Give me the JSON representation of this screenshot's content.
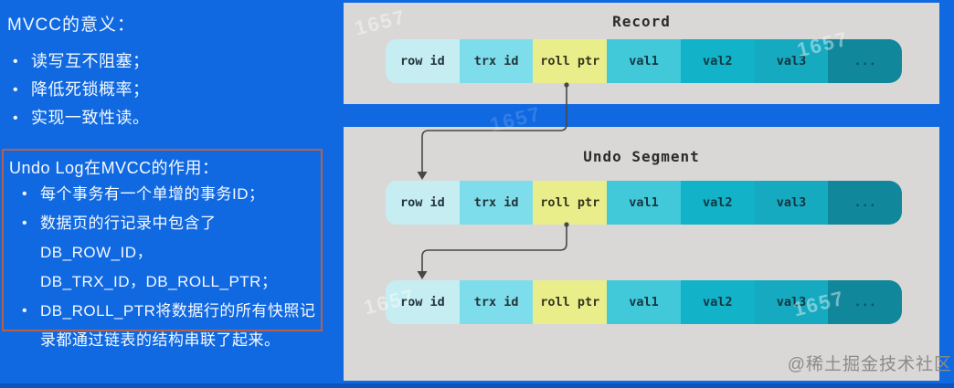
{
  "bullet_char": "•",
  "left_panel": {
    "section1": {
      "title": "MVCC的意义：",
      "bullets": [
        "读写互不阻塞；",
        "降低死锁概率；",
        "实现一致性读。"
      ]
    },
    "section2": {
      "title": "Undo Log在MVCC的作用：",
      "lines": [
        {
          "bullet": true,
          "text": "每个事务有一个单增的事务ID；"
        },
        {
          "bullet": true,
          "text": "数据页的行记录中包含了DB_ROW_ID，"
        },
        {
          "bullet": false,
          "text": "DB_TRX_ID，DB_ROLL_PTR；"
        },
        {
          "bullet": true,
          "text": "DB_ROLL_PTR将数据行的所有快照记"
        },
        {
          "bullet": false,
          "text": "录都通过链表的结构串联了起来。"
        }
      ]
    }
  },
  "diagram": {
    "record_panel_title": "Record",
    "undo_panel_title": "Undo Segment",
    "cells": [
      {
        "name": "row-id",
        "label": "row id",
        "color": "#c6eef2",
        "text_color": "#23343a"
      },
      {
        "name": "trx-id",
        "label": "trx id",
        "color": "#7eddea",
        "text_color": "#23343a"
      },
      {
        "name": "roll-ptr",
        "label": "roll ptr",
        "color": "#e9ee8b",
        "text_color": "#33351f"
      },
      {
        "name": "val1",
        "label": "val1",
        "color": "#41c9da",
        "text_color": "#173640"
      },
      {
        "name": "val2",
        "label": "val2",
        "color": "#12b2c9",
        "text_color": "#123740"
      },
      {
        "name": "val3",
        "label": "val3",
        "color": "#16aac0",
        "text_color": "#113540"
      },
      {
        "name": "more",
        "label": "...",
        "color": "#10879b",
        "text_color": "#0a5261"
      }
    ]
  },
  "watermarks": {
    "stamp": "1657",
    "credit": "@稀土掘金技术社区"
  },
  "colors": {
    "bg_blue": "#1169e2",
    "panel_gray": "#dad8d6",
    "border_orange": "#b5604a",
    "arrow": "#474747",
    "text_white": "#f4f9ff",
    "strip_blue": "#0c54bd"
  }
}
